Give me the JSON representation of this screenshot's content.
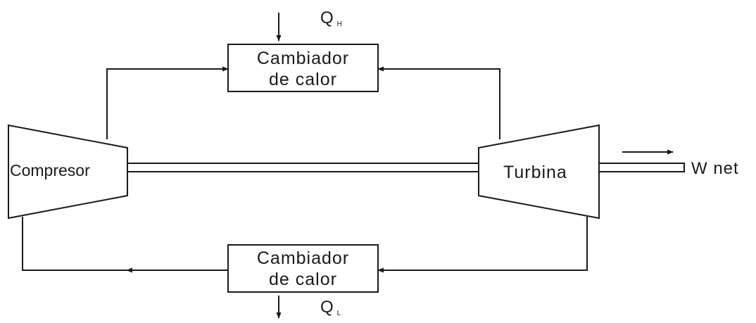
{
  "heat_exchanger_top": {
    "line1": "Cambiador",
    "line2": "de calor"
  },
  "heat_exchanger_bottom": {
    "line1": "Cambiador",
    "line2": "de calor"
  },
  "compressor": {
    "label": "Compresor"
  },
  "turbine": {
    "label": "Turbina"
  },
  "heat_in": {
    "symbol": "Q",
    "subscript": "H"
  },
  "heat_out": {
    "symbol": "Q",
    "subscript": "L"
  },
  "work_out": {
    "label": "W net"
  }
}
